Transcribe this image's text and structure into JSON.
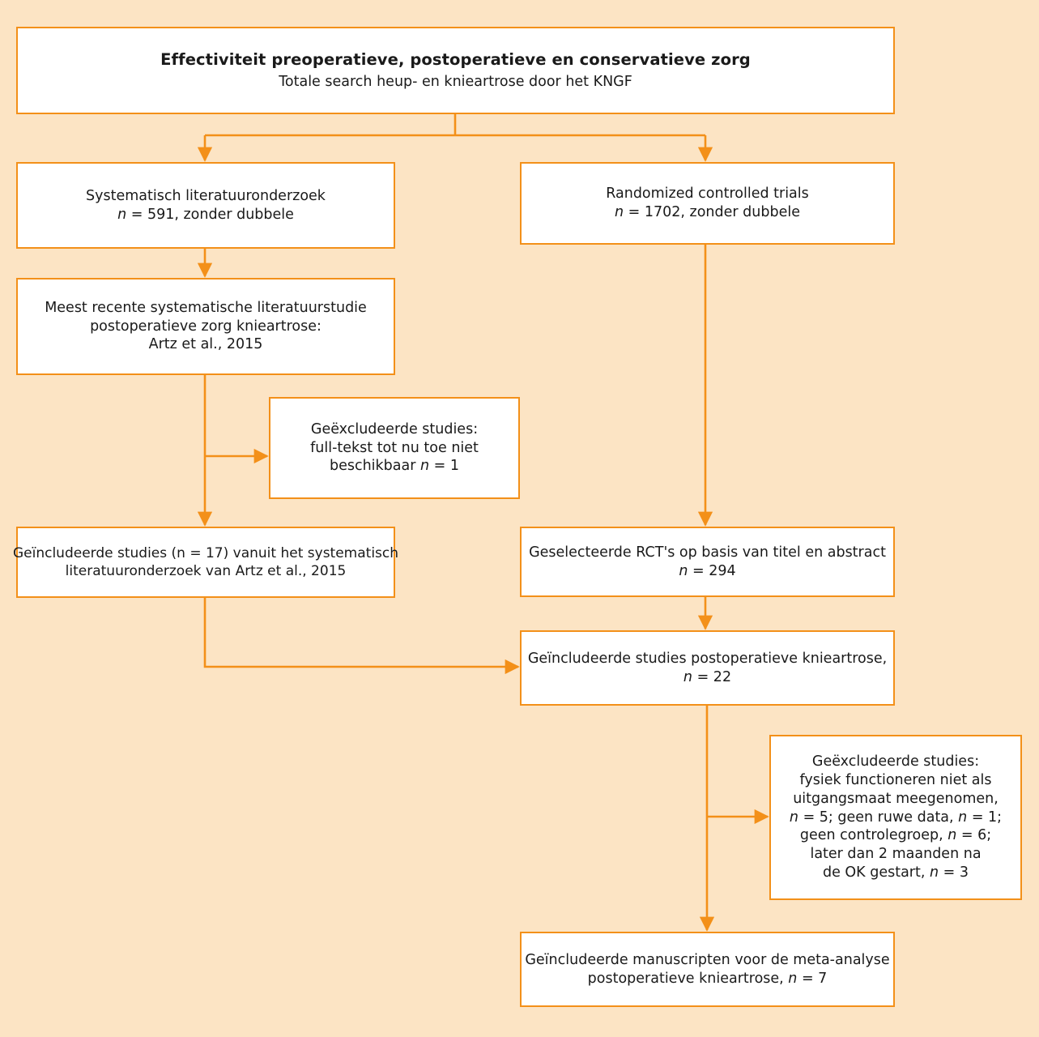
{
  "diagram": {
    "type": "prisma-flowchart",
    "language": "nl",
    "background_color": "#fce4c4",
    "box_border_color": "#f39019",
    "box_fill_color": "#ffffff",
    "connector_color": "#f39019",
    "text_color": "#1a1a1a"
  },
  "nodes": {
    "title": {
      "heading": "Effectiviteit preoperatieve, postoperatieve en conservatieve zorg",
      "subheading": "Totale search heup- en knieartrose door het KNGF"
    },
    "systematic_review": {
      "line1": "Systematisch literatuuronderzoek",
      "line2_pre": "n",
      "line2_post": " = 591, zonder dubbele"
    },
    "rct": {
      "line1": "Randomized controlled trials",
      "line2_pre": "n",
      "line2_post": " = 1702, zonder dubbele"
    },
    "most_recent_review": {
      "line1": "Meest recente systematische literatuurstudie",
      "line2": "postoperatieve zorg knieartrose:",
      "line3": "Artz et al., 2015"
    },
    "excluded_fulltext": {
      "line1": "Geëxcludeerde studies:",
      "line2": "full-tekst tot nu toe niet",
      "line3_pre": "beschikbaar ",
      "line3_italic": "n",
      "line3_post": " = 1"
    },
    "included_from_review": {
      "line1": "Geïncludeerde studies (n = 17) vanuit het systematisch",
      "line2": "literatuuronderzoek van Artz et al., 2015"
    },
    "selected_rcts": {
      "line1": "Geselecteerde RCT's op basis van titel en abstract",
      "line2_pre": "n",
      "line2_post": " = 294"
    },
    "included_postop": {
      "line1": "Geïncludeerde studies postoperatieve knieartrose,",
      "line2_pre": "n",
      "line2_post": " = 22"
    },
    "excluded_reasons": {
      "line1": "Geëxcludeerde studies:",
      "line2": "fysiek functioneren niet als",
      "line3": "uitgangsmaat meegenomen,",
      "line4_a": "n",
      "line4_b": " = 5; geen ruwe data, ",
      "line4_c": "n",
      "line4_d": " = 1;",
      "line5_a": "geen controlegroep, ",
      "line5_b": "n",
      "line5_c": " = 6;",
      "line6": "later dan 2 maanden na",
      "line7_a": "de OK gestart, ",
      "line7_b": "n",
      "line7_c": " = 3"
    },
    "final_included": {
      "line1": "Geïncludeerde manuscripten voor de meta-analyse",
      "line2_a": "postoperatieve knieartrose, ",
      "line2_b": "n",
      "line2_c": " = 7"
    }
  }
}
